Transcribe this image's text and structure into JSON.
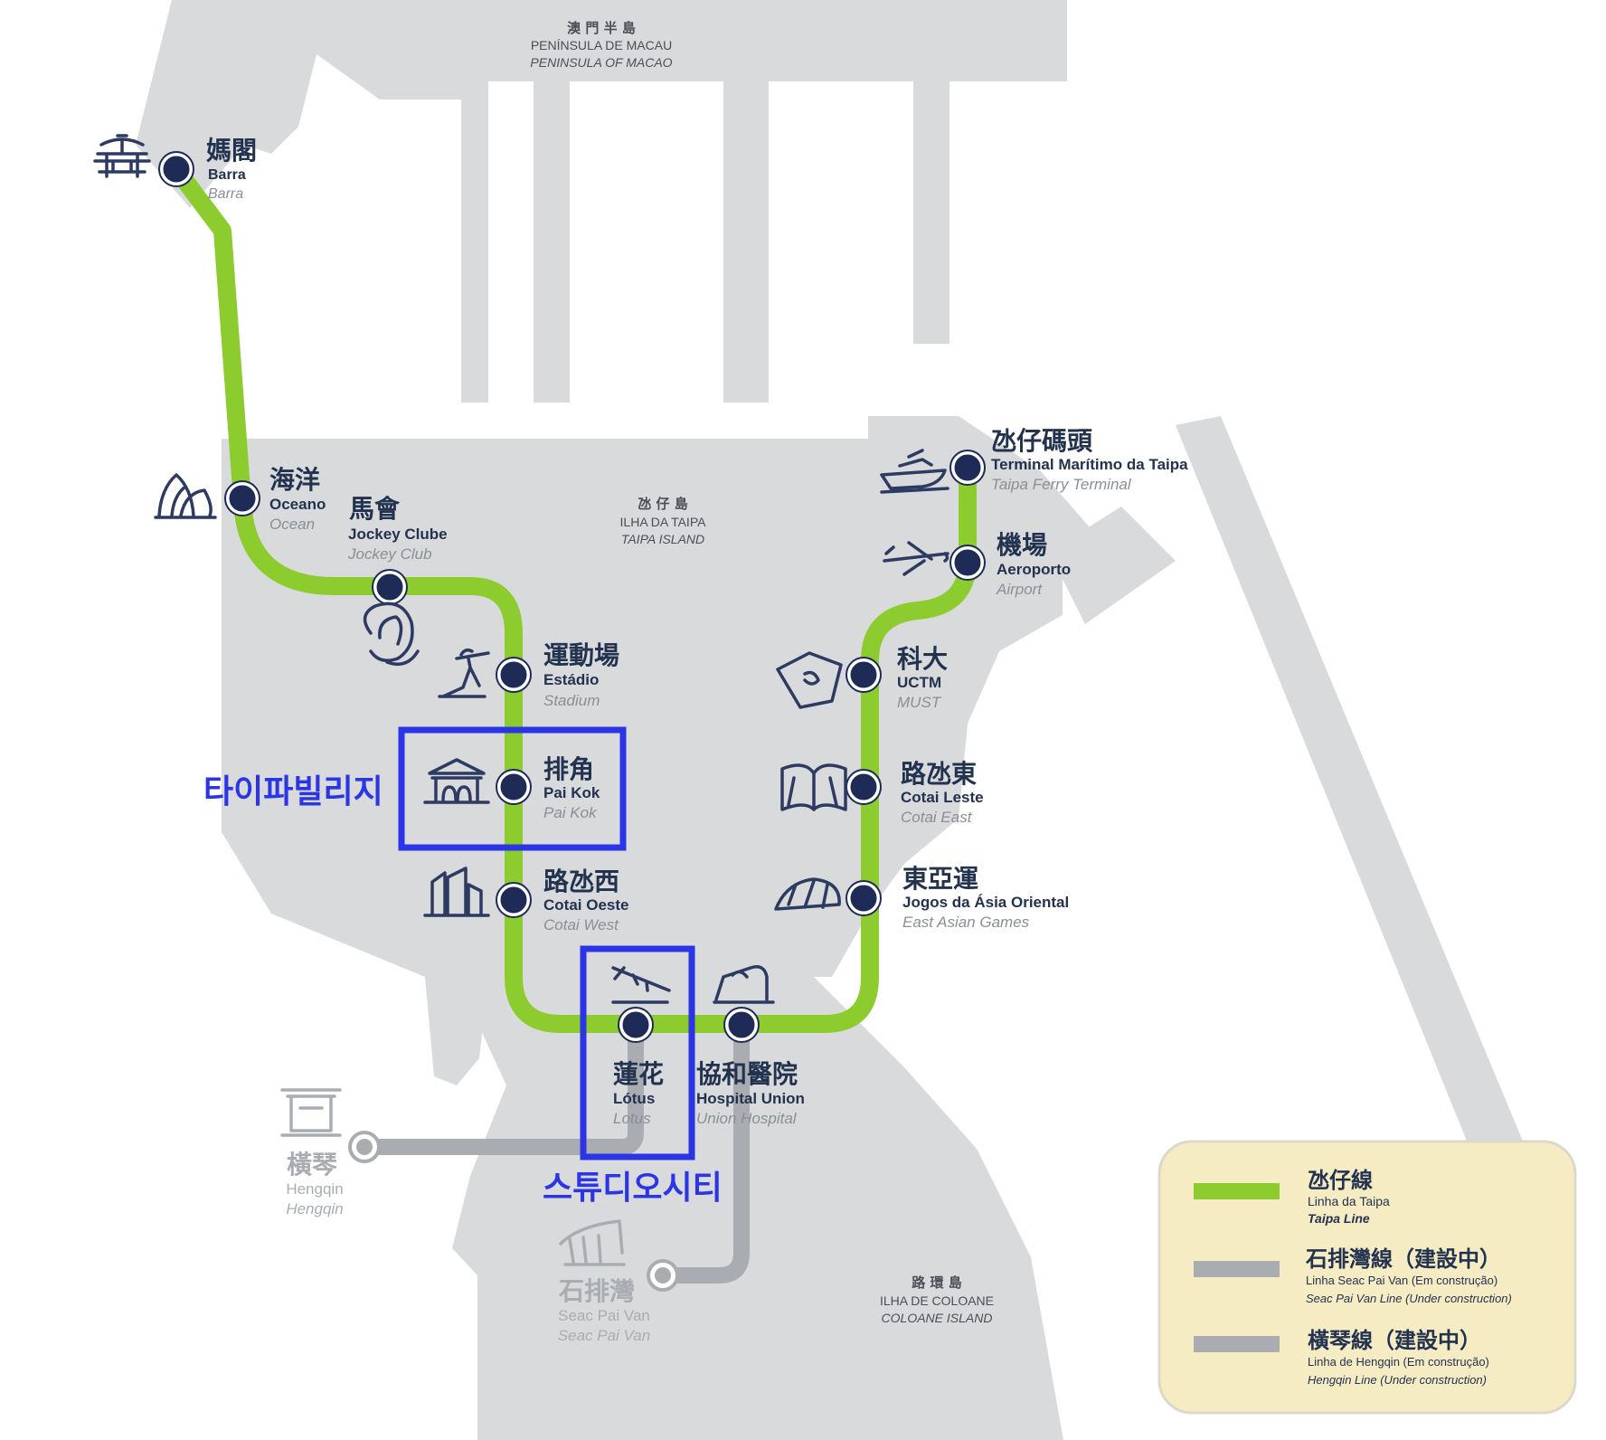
{
  "areas": {
    "macau": {
      "zh": "澳 門 半 島",
      "pt": "PENÍNSULA DE MACAU",
      "en": "PENINSULA OF MACAO"
    },
    "taipa": {
      "zh": "氹 仔 島",
      "pt": "ILHA DA TAIPA",
      "en": "TAIPA ISLAND"
    },
    "coloane": {
      "zh": "路 環 島",
      "pt": "ILHA DE COLOANE",
      "en": "COLOANE ISLAND"
    }
  },
  "stations": {
    "barra": {
      "zh": "媽閣",
      "pt": "Barra",
      "en": "Barra"
    },
    "oceano": {
      "zh": "海洋",
      "pt": "Oceano",
      "en": "Ocean"
    },
    "jockey": {
      "zh": "馬會",
      "pt": "Jockey Clube",
      "en": "Jockey Club"
    },
    "estadio": {
      "zh": "運動場",
      "pt": "Estádio",
      "en": "Stadium"
    },
    "paikok": {
      "zh": "排角",
      "pt": "Pai Kok",
      "en": "Pai Kok"
    },
    "cotaioeste": {
      "zh": "路氹西",
      "pt": "Cotai Oeste",
      "en": "Cotai West"
    },
    "lotus": {
      "zh": "蓮花",
      "pt": "Lótus",
      "en": "Lotus"
    },
    "hospital": {
      "zh": "協和醫院",
      "pt": "Hospital Union",
      "en": "Union Hospital"
    },
    "jogos": {
      "zh": "東亞運",
      "pt": "Jogos da Ásia Oriental",
      "en": "East Asian Games"
    },
    "cotaileste": {
      "zh": "路氹東",
      "pt": "Cotai Leste",
      "en": "Cotai East"
    },
    "uctm": {
      "zh": "科大",
      "pt": "UCTM",
      "en": "MUST"
    },
    "aeroporto": {
      "zh": "機場",
      "pt": "Aeroporto",
      "en": "Airport"
    },
    "ferry": {
      "zh": "氹仔碼頭",
      "pt": "Terminal Marítimo da Taipa",
      "en": "Taipa Ferry Terminal"
    },
    "hengqin": {
      "zh": "橫琴",
      "pt": "Hengqin",
      "en": "Hengqin"
    },
    "seacpaivan": {
      "zh": "石排灣",
      "pt": "Seac Pai Van",
      "en": "Seac Pai Van"
    }
  },
  "annotations": {
    "paikok_ko": "타이파빌리지",
    "lotus_ko": "스튜디오시티"
  },
  "legend": {
    "taipa": {
      "zh": "氹仔線",
      "pt": "Linha da Taipa",
      "en": "Taipa Line"
    },
    "seac": {
      "zh": "石排灣線（建設中）",
      "pt": "Linha Seac Pai Van (Em construção)",
      "en": "Seac Pai Van Line (Under construction)"
    },
    "hengqin": {
      "zh": "橫琴線（建設中）",
      "pt": "Linha de Hengqin (Em construção)",
      "en": "Hengqin Line (Under construction)"
    }
  },
  "colors": {
    "taipa_line": "#8dcc2f",
    "construction_line": "#a9adb2",
    "land": "#d9dadb",
    "station_fill": "#1f2b57",
    "highlight_box": "#2b35e6",
    "legend_bg": "#f6ecc4"
  }
}
